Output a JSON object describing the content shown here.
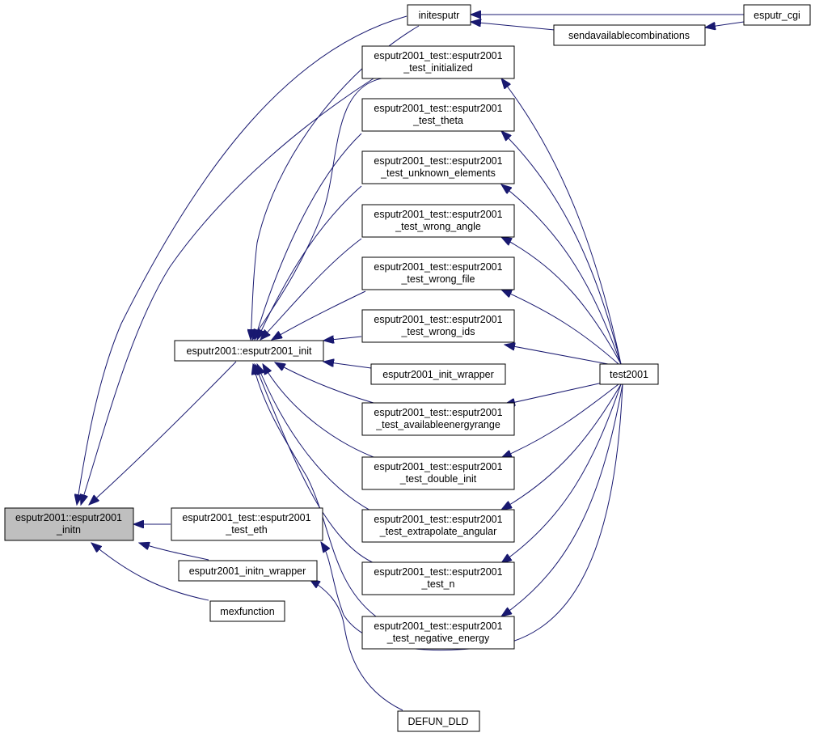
{
  "colors": {
    "edge": "#191970",
    "focus_fill": "#bfbfbf",
    "node_fill": "#ffffff"
  },
  "nodes": {
    "initn": [
      "esputr2001::esputr2001",
      "_initn"
    ],
    "init": [
      "esputr2001::esputr2001_init"
    ],
    "test_eth": [
      "esputr2001_test::esputr2001",
      "_test_eth"
    ],
    "initn_wrapper": [
      "esputr2001_initn_wrapper"
    ],
    "mexfunction": [
      "mexfunction"
    ],
    "initesputr": [
      "initesputr"
    ],
    "sendavail": [
      "sendavailablecombinations"
    ],
    "esputr_cgi": [
      "esputr_cgi"
    ],
    "t_initialized": [
      "esputr2001_test::esputr2001",
      "_test_initialized"
    ],
    "t_theta": [
      "esputr2001_test::esputr2001",
      "_test_theta"
    ],
    "t_unknown": [
      "esputr2001_test::esputr2001",
      "_test_unknown_elements"
    ],
    "t_wrong_angle": [
      "esputr2001_test::esputr2001",
      "_test_wrong_angle"
    ],
    "t_wrong_file": [
      "esputr2001_test::esputr2001",
      "_test_wrong_file"
    ],
    "t_wrong_ids": [
      "esputr2001_test::esputr2001",
      "_test_wrong_ids"
    ],
    "init_wrapper": [
      "esputr2001_init_wrapper"
    ],
    "t_avail": [
      "esputr2001_test::esputr2001",
      "_test_availableenergyrange"
    ],
    "t_double": [
      "esputr2001_test::esputr2001",
      "_test_double_init"
    ],
    "t_extrap": [
      "esputr2001_test::esputr2001",
      "_test_extrapolate_angular"
    ],
    "t_n": [
      "esputr2001_test::esputr2001",
      "_test_n"
    ],
    "t_negative": [
      "esputr2001_test::esputr2001",
      "_test_negative_energy"
    ],
    "test2001": [
      "test2001"
    ],
    "defun_dld": [
      "DEFUN_DLD"
    ]
  }
}
